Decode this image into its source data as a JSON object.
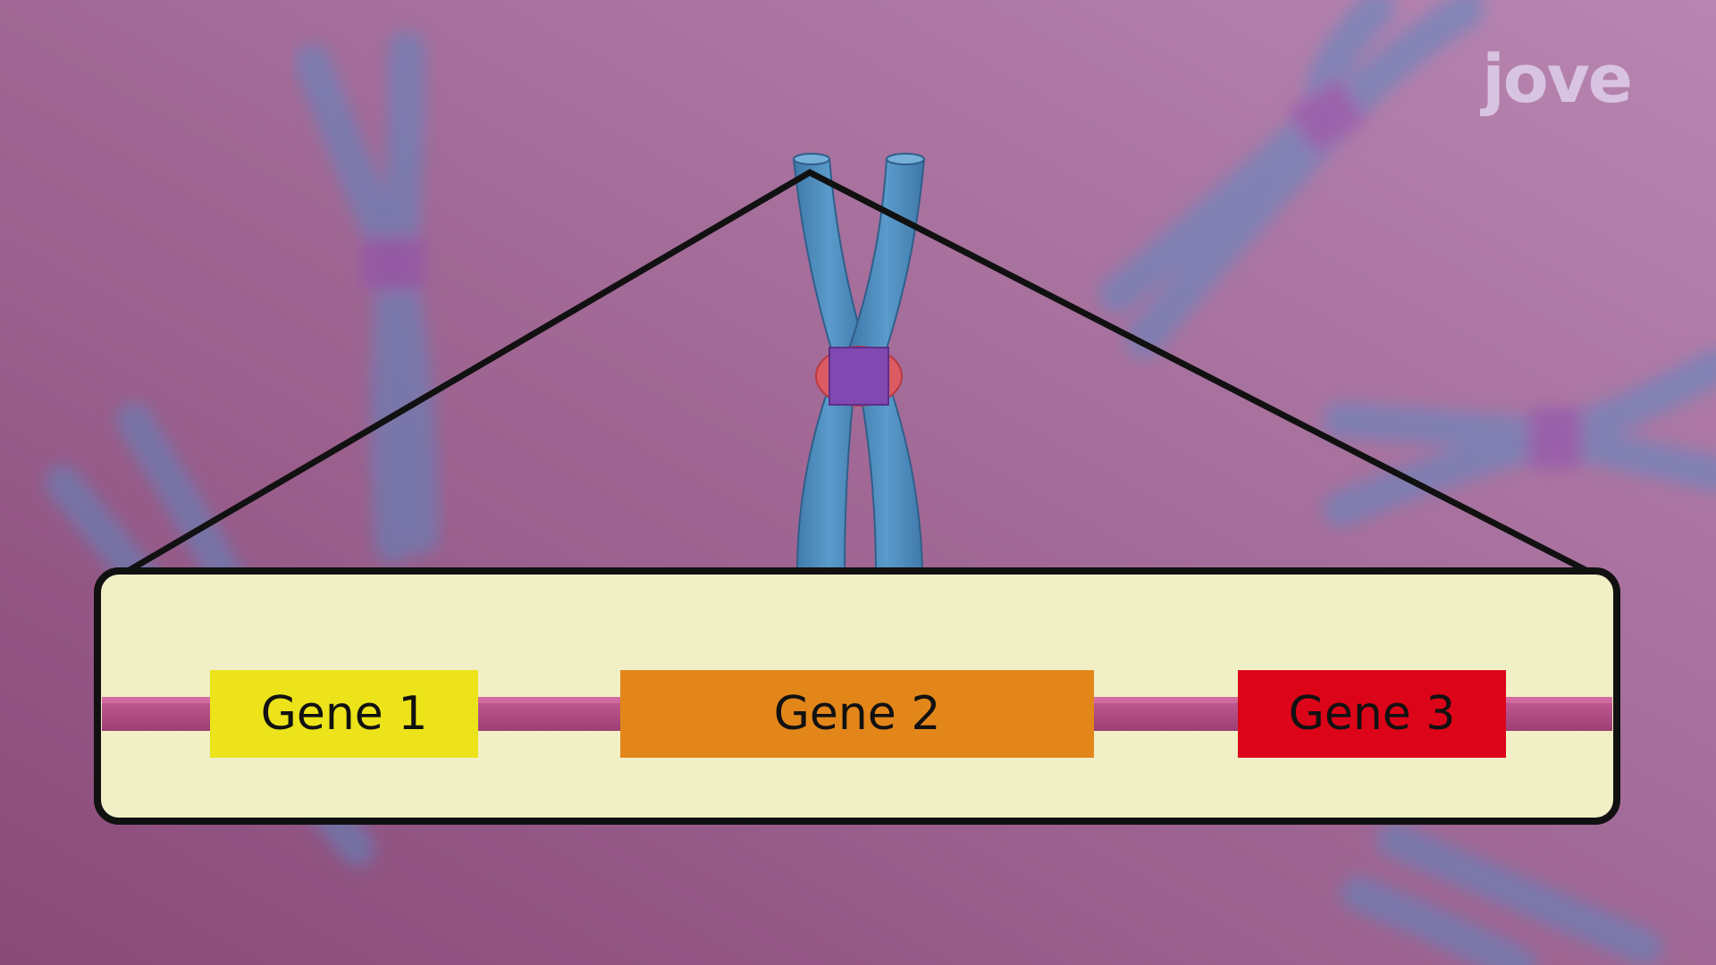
{
  "logo": {
    "text": "jove"
  },
  "colors": {
    "background_from": "#8a4a78",
    "background_to": "#b886b2",
    "panel_fill": "#f1efc6",
    "dna_strand": "#b34d84",
    "chromatid": "#4e8ec0",
    "centromere": "#8048b0",
    "centromere_halo": "#dc5a62"
  },
  "genes": [
    {
      "label": "Gene 1",
      "color": "#ece31a"
    },
    {
      "label": "Gene 2",
      "color": "#e3861a"
    },
    {
      "label": "Gene 3",
      "color": "#dc0418"
    }
  ]
}
